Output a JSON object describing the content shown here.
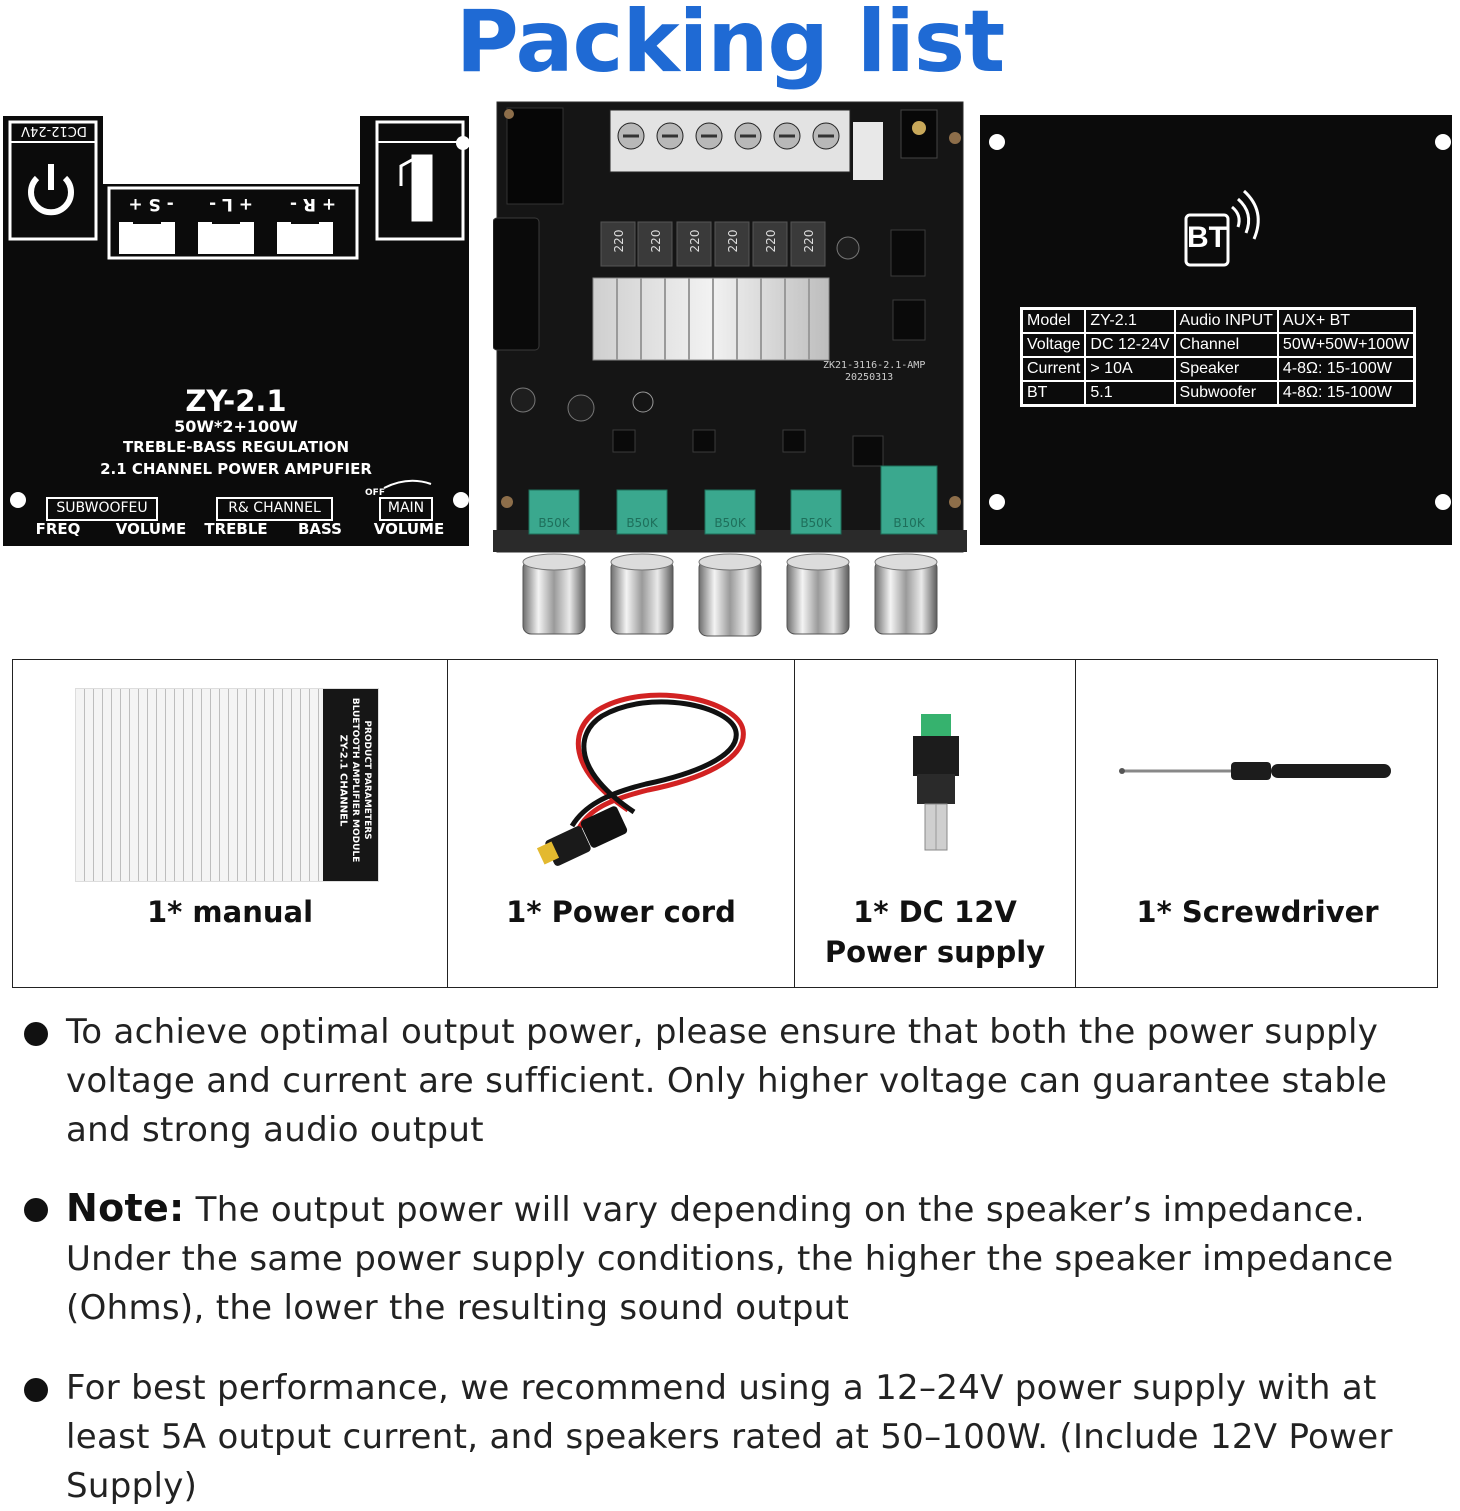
{
  "title": "Packing list",
  "front_panel": {
    "power_label": "DC12-24V",
    "speaker_labels": [
      "- S +",
      "+ L -",
      "+ R -"
    ],
    "model": "ZY-2.1",
    "power": "50W*2+100W",
    "line1": "TREBLE-BASS REGULATION",
    "line2": "2.1 CHANNEL POWER AMPUFIER",
    "group_subwoofer": "SUBWOOFEU",
    "group_channel": "R& CHANNEL",
    "group_main": "MAIN",
    "off_label": "OFF",
    "knobs": [
      "FREQ",
      "VOLUME",
      "TREBLE",
      "BASS",
      "VOLUME"
    ]
  },
  "board": {
    "inductor_label": "220",
    "pot_labels": [
      "B50K",
      "B50K",
      "B50K",
      "B50K",
      "B10K"
    ],
    "pcb_text": "ZK21-3116-2.1-AMP",
    "pcb_date": "20250313"
  },
  "back_panel": {
    "icon_text": "BT",
    "specs": [
      [
        "Model",
        "ZY-2.1",
        "Audio INPUT",
        "AUX+ BT"
      ],
      [
        "Voltage",
        "DC 12-24V",
        "Channel",
        "50W+50W+100W"
      ],
      [
        "Current",
        "> 10A",
        "Speaker",
        "4-8Ω: 15-100W"
      ],
      [
        "BT",
        "5.1",
        "Subwoofer",
        "4-8Ω: 15-100W"
      ]
    ]
  },
  "manual_card": {
    "title": "ZY-2.1 CHANNEL",
    "subtitle": "BLUETOOTH AMPLIFIER MODULE",
    "subtitle2": "PRODUCT PARAMETERS"
  },
  "accessories": [
    {
      "label_1": "1* manual",
      "label_2": ""
    },
    {
      "label_1": "1* Power cord",
      "label_2": ""
    },
    {
      "label_1": "1* DC 12V",
      "label_2": "Power supply"
    },
    {
      "label_1": "1* Screwdriver",
      "label_2": ""
    }
  ],
  "notes": {
    "note1": "To achieve optimal output power, please ensure that both the power supply voltage and current are sufficient. Only higher voltage can guarantee stable and strong audio output",
    "note2_label": "Note:",
    "note2": " The output power will vary depending on the speaker’s impedance. Under the same power supply conditions, the higher the speaker impedance (Ohms), the lower the resulting sound output",
    "note3": "For best performance, we recommend using a 12–24V power supply with at least 5A output current, and speakers rated at 50–100W.  (Include 12V Power Supply)"
  }
}
